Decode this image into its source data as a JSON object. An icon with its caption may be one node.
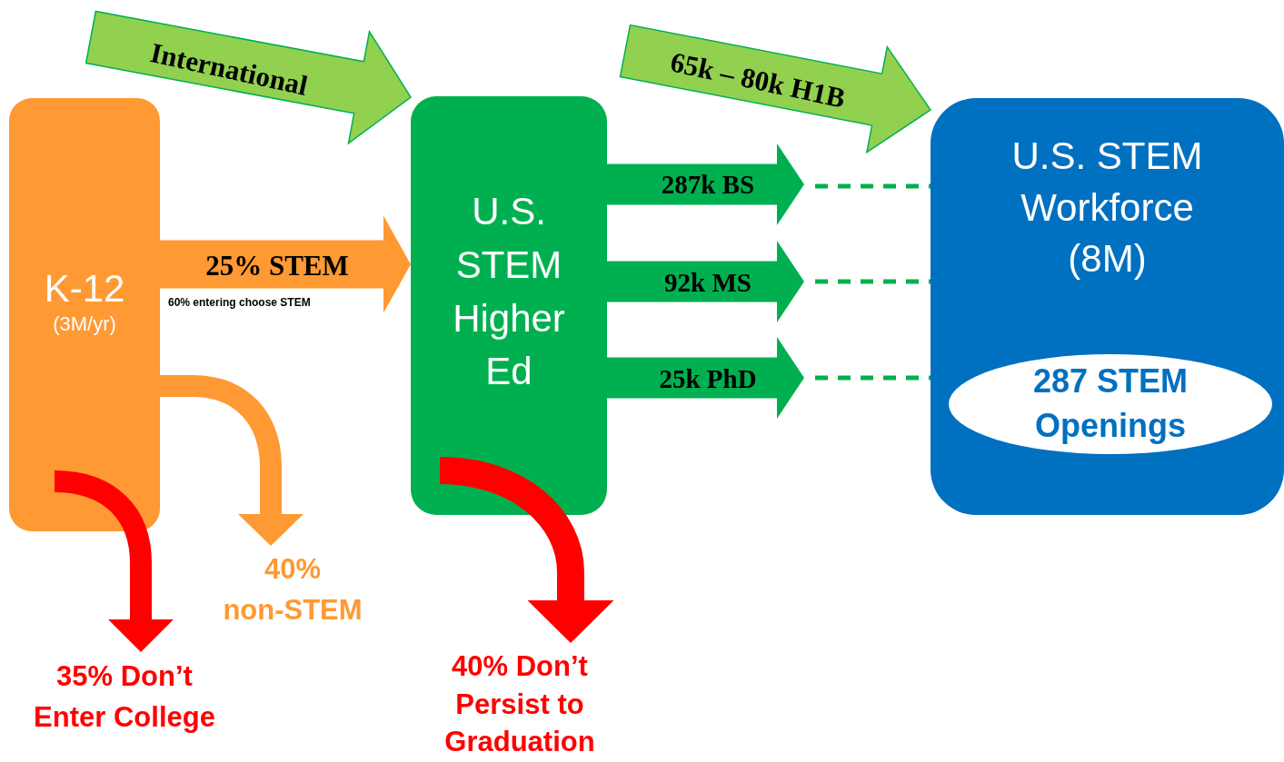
{
  "diagram": {
    "nodes": [
      {
        "text": [
          "K-12",
          "(3M/yr)"
        ]
      },
      {
        "text": [
          "U.S. STEM Higher Ed"
        ]
      },
      {
        "text": [
          "U.S. STEM Workforce (8M)"
        ]
      },
      {
        "text": [
          "287 STEM Openings"
        ],
        "in": 2
      },
      {
        "text": [
          "35% Don’t Enter College"
        ]
      },
      {
        "text": [
          "40% non-STEM"
        ]
      },
      {
        "text": [
          "40% Don’t Persist to Graduation"
        ]
      }
    ],
    "edges": [
      {
        "from": null,
        "to": 1,
        "arrow": "to",
        "label": "International",
        "color": "#92d050"
      },
      {
        "from": 0,
        "to": 1,
        "arrow": "to",
        "label": "25% STEM",
        "color": "#ff9933"
      },
      {
        "from": null,
        "to": 2,
        "arrow": "to",
        "label": "65k – 80k H1B",
        "color": "#92d050"
      },
      {
        "from": 1,
        "to": null,
        "arrow": "to",
        "label": "287k BS",
        "color": "#00b050"
      },
      {
        "from": 1,
        "to": null,
        "arrow": "to",
        "label": "92k MS",
        "color": "#00b050"
      },
      {
        "from": 1,
        "to": null,
        "arrow": "to",
        "label": "25k PhD",
        "color": "#00b050"
      },
      {
        "from": 0,
        "to": 4,
        "arrow": "to",
        "style": "thick",
        "color": "#ff0000"
      },
      {
        "from": 0,
        "to": 5,
        "arrow": "to",
        "style": "thick",
        "color": "#ff9933"
      },
      {
        "from": 1,
        "to": 6,
        "arrow": "to",
        "style": "thick",
        "color": "#ff0000"
      },
      {
        "from": null,
        "to": 2,
        "arrow": "none",
        "style": "dashed",
        "color": "#00b050"
      },
      {
        "from": null,
        "to": 2,
        "arrow": "none",
        "style": "dashed",
        "color": "#00b050"
      },
      {
        "from": null,
        "to": 2,
        "arrow": "none",
        "style": "dashed",
        "color": "#00b050"
      }
    ],
    "labels": [
      "60% entering choose STEM"
    ]
  }
}
